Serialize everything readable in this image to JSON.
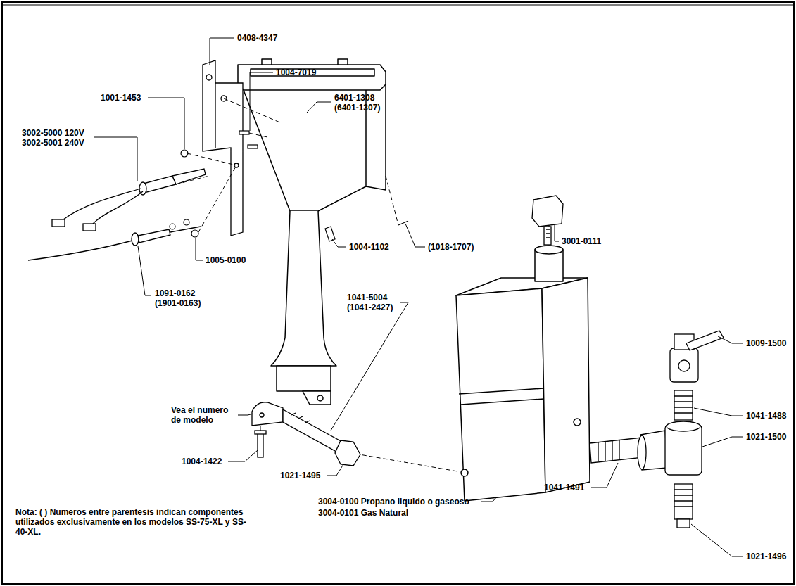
{
  "diagram": {
    "labels": [
      "0408-4347",
      "1004-7019",
      "1001-1453",
      "6401-1308",
      "(6401-1307)",
      "3002-5000 120V",
      "3002-5001 240V",
      "(1018-1707)",
      "1004-1102",
      "1005-0100",
      "1091-0162",
      "(1901-0163)",
      "1041-5004",
      "(1041-2427)",
      "3001-0111",
      "1009-1500",
      "Vea el numero de modelo",
      "1041-1488",
      "1004-1422",
      "1021-1495",
      "1021-1500",
      "3004-0100 Propano liquido o gaseoso",
      "3004-0101 Gas Natural",
      "1041-1491",
      "1021-1496",
      "Nota: ( ) Numeros entre parentesis indican componentes utilizados exclusivamente en los modelos SS-75-XL y SS-40-XL."
    ]
  }
}
